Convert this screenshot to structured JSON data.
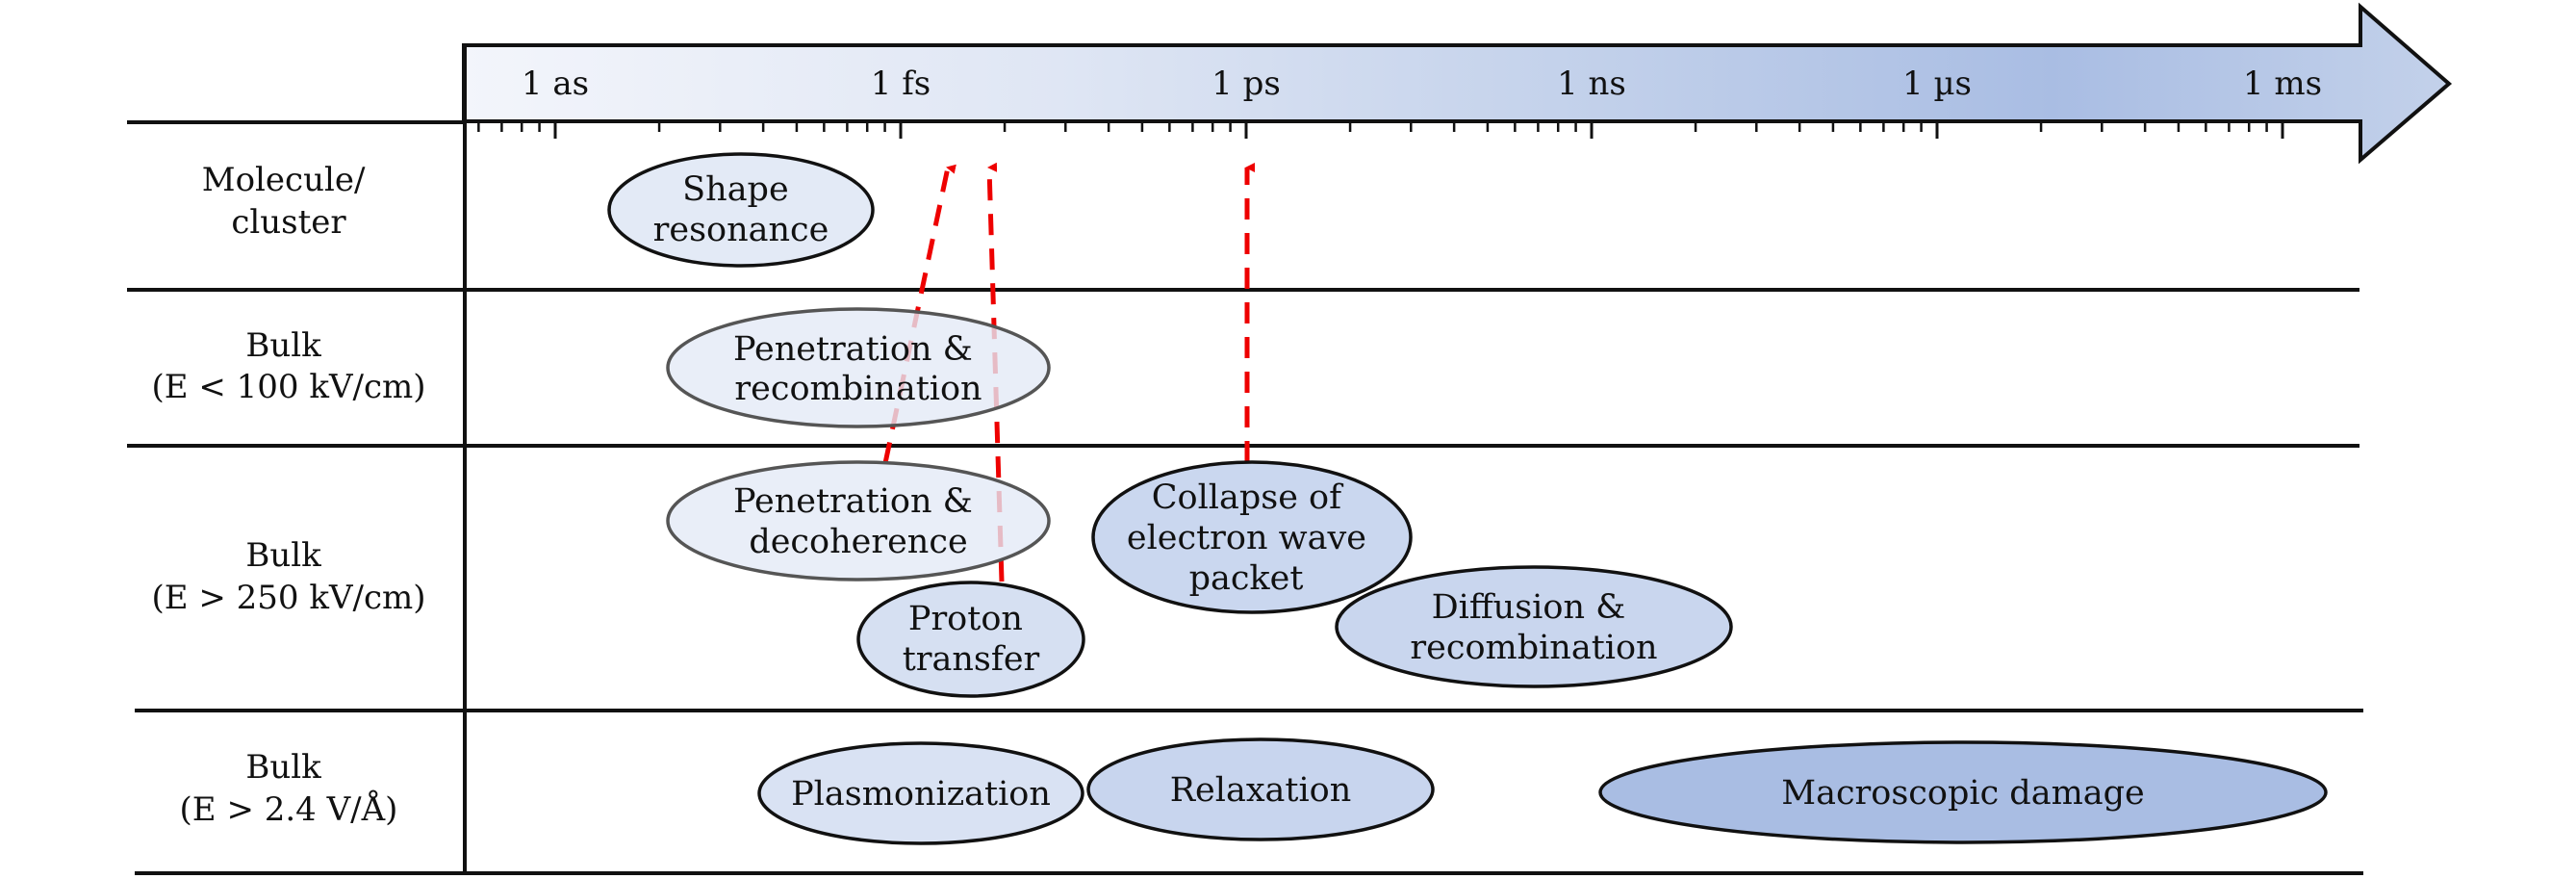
{
  "title": "Timescales of processes by system and field strength",
  "axis": {
    "scale": "log",
    "unit_step_factor": 1000,
    "ticks": [
      {
        "label": "1 as",
        "seconds": 1e-18
      },
      {
        "label": "1 fs",
        "seconds": 1e-15
      },
      {
        "label": "1 ps",
        "seconds": 1e-12
      },
      {
        "label": "1 ns",
        "seconds": 1e-09
      },
      {
        "label": "1 µs",
        "seconds": 1e-06
      },
      {
        "label": "1 ms",
        "seconds": 0.001
      }
    ],
    "minor_ticks_per_interval": [
      2,
      3,
      4,
      5,
      6,
      7,
      8,
      9
    ],
    "gradient_colors": [
      "#f3f5fb",
      "#dfe6f4",
      "#c4d2eb",
      "#a9bde3",
      "#c3d1ea"
    ]
  },
  "rows": [
    {
      "id": "molecule",
      "label_lines": [
        "Molecule/",
        "cluster"
      ]
    },
    {
      "id": "bulk-low",
      "label_lines": [
        "Bulk",
        "(E < 100 kV/cm)"
      ]
    },
    {
      "id": "bulk-mid",
      "label_lines": [
        "Bulk",
        "(E > 250 kV/cm)"
      ]
    },
    {
      "id": "bulk-high",
      "label_lines": [
        "Bulk",
        "(E > 2.4 V/Å)"
      ]
    }
  ],
  "processes": [
    {
      "id": "shape-resonance",
      "row": "molecule",
      "lines": [
        "Shape",
        "resonance"
      ],
      "fill": "#e3eaf6",
      "stroke": "#111111",
      "opacity": 1
    },
    {
      "id": "penetration-recombination",
      "row": "bulk-low",
      "lines": [
        "Penetration &",
        "recombination"
      ],
      "fill": "#e3eaf6",
      "stroke": "#555555",
      "opacity": 0.8
    },
    {
      "id": "penetration-decoherence",
      "row": "bulk-mid",
      "lines": [
        "Penetration &",
        "decoherence"
      ],
      "fill": "#e3eaf6",
      "stroke": "#555555",
      "opacity": 0.8
    },
    {
      "id": "proton-transfer",
      "row": "bulk-mid",
      "lines": [
        "Proton",
        "transfer"
      ],
      "fill": "#d6e0f2",
      "stroke": "#111111",
      "opacity": 1
    },
    {
      "id": "collapse-wave-packet",
      "row": "bulk-mid",
      "lines": [
        "Collapse of",
        "electron wave",
        "packet"
      ],
      "fill": "#cad7ef",
      "stroke": "#111111",
      "opacity": 1
    },
    {
      "id": "diffusion-recombination",
      "row": "bulk-mid",
      "lines": [
        "Diffusion &",
        "recombination"
      ],
      "fill": "#c9d6ee",
      "stroke": "#111111",
      "opacity": 1
    },
    {
      "id": "plasmonization",
      "row": "bulk-high",
      "lines": [
        "Plasmonization"
      ],
      "fill": "#d9e2f3",
      "stroke": "#111111",
      "opacity": 1
    },
    {
      "id": "relaxation",
      "row": "bulk-high",
      "lines": [
        "Relaxation"
      ],
      "fill": "#c8d5ee",
      "stroke": "#111111",
      "opacity": 1
    },
    {
      "id": "macroscopic-damage",
      "row": "bulk-high",
      "lines": [
        "Macroscopic damage"
      ],
      "fill": "#a9bde3",
      "stroke": "#111111",
      "opacity": 1
    }
  ],
  "links": [
    {
      "from": "penetration-decoherence",
      "to": "axis",
      "color": "#ee0000",
      "style": "dashed"
    },
    {
      "from": "proton-transfer",
      "to": "axis",
      "color": "#ee0000",
      "style": "dashed"
    },
    {
      "from": "collapse-wave-packet",
      "to": "axis",
      "color": "#ee0000",
      "style": "dashed"
    }
  ]
}
